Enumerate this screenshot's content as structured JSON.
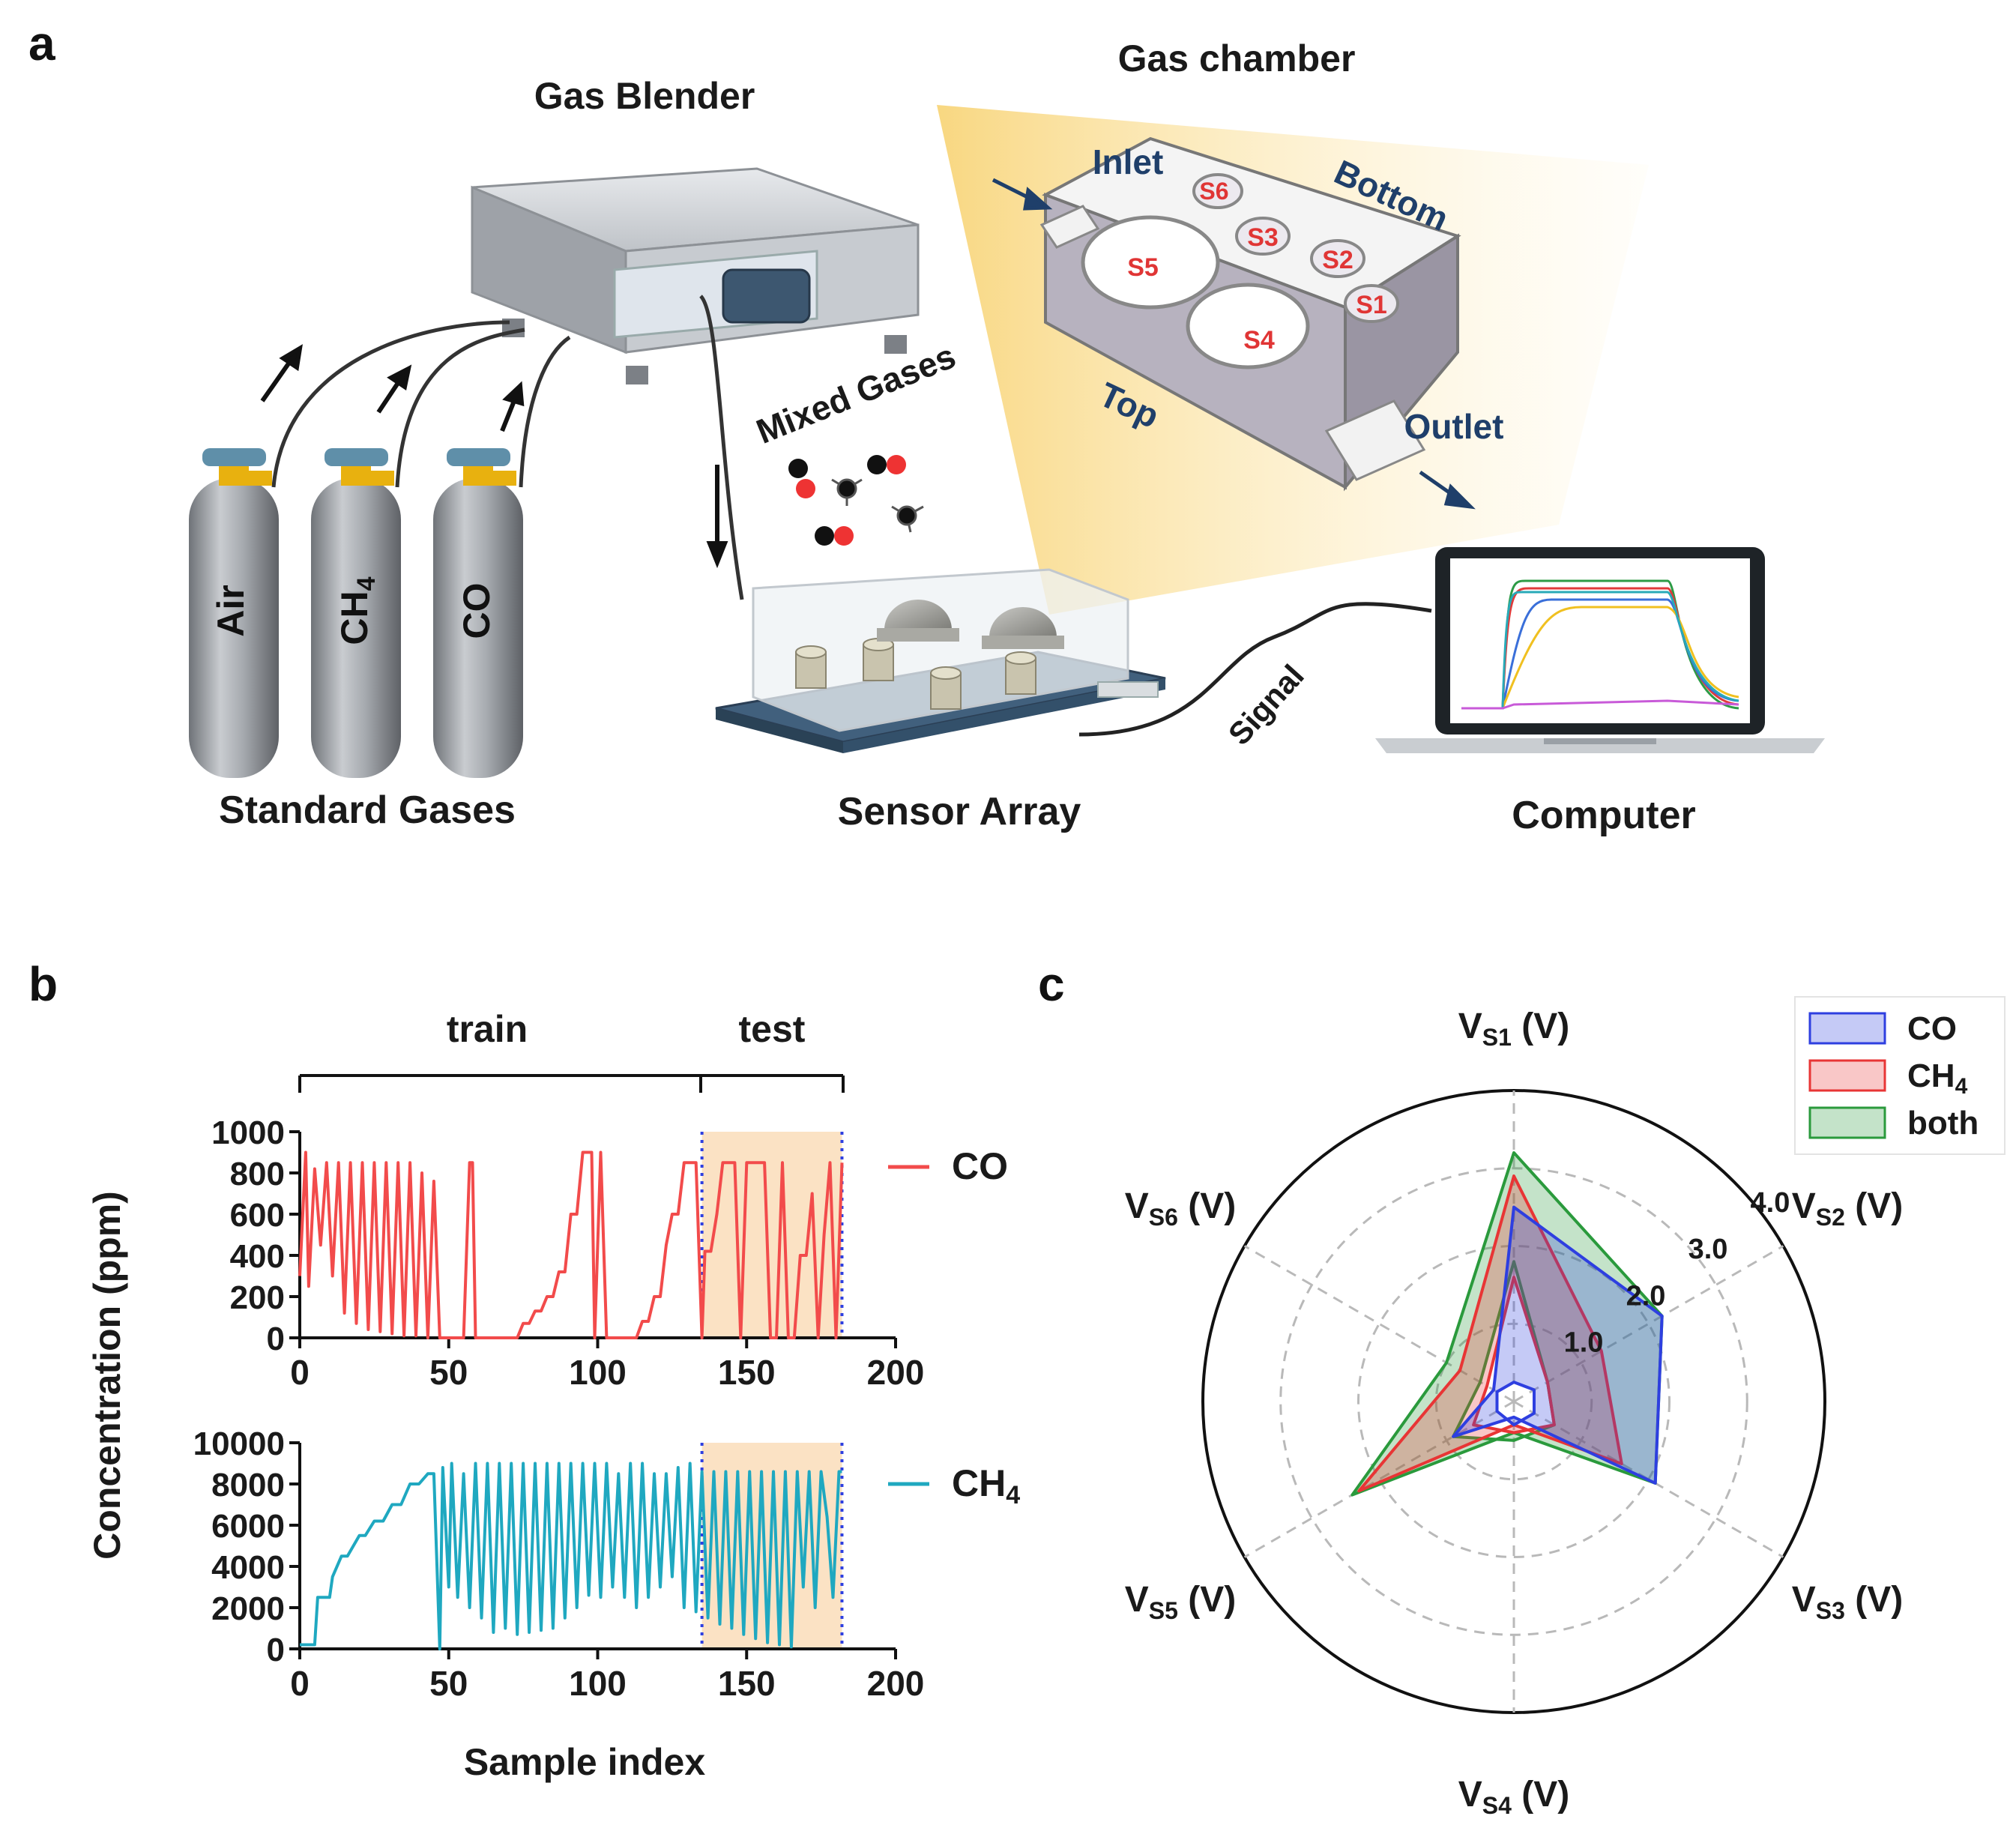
{
  "panel_a": {
    "letter": "a",
    "gas_blender": "Gas Blender",
    "gas_chamber": "Gas chamber",
    "mixed_gases": "Mixed Gases",
    "standard_gases": "Standard Gases",
    "sensor_array": "Sensor Array",
    "computer": "Computer",
    "signal": "Signal",
    "cylinders": [
      "Air",
      "CH",
      "CO"
    ],
    "cylinder_ch4_subscript": "4",
    "chamber": {
      "inlet": "Inlet",
      "outlet": "Outlet",
      "bottom": "Bottom",
      "top": "Top",
      "sensors": [
        "S1",
        "S2",
        "S3",
        "S4",
        "S5",
        "S6"
      ]
    },
    "screen_trace_colors": [
      "#2d9b46",
      "#e03a3a",
      "#3a6fd9",
      "#f0c020",
      "#28aab8",
      "#c85ad8"
    ]
  },
  "panel_b": {
    "letter": "b",
    "train": "train",
    "test": "test",
    "ylabel": "Concentration (ppm)",
    "xlabel": "Sample index",
    "legend_co": "CO",
    "legend_ch4": "CH",
    "legend_ch4_sub": "4"
  },
  "panel_c": {
    "letter": "c",
    "axes": [
      "V",
      "V",
      "V",
      "V",
      "V",
      "V"
    ],
    "axes_sub": [
      "S1",
      "S2",
      "S3",
      "S4",
      "S5",
      "S6"
    ],
    "axes_unit": "(V)",
    "ring_labels": [
      "1.0",
      "2.0",
      "3.0",
      "4.0"
    ],
    "legend": [
      "CO",
      "CH",
      "both"
    ],
    "legend_ch4_sub": "4"
  },
  "colors": {
    "co_line": "#f24b4b",
    "ch4_line": "#1fa8c0",
    "test_fill": "#fbe2c4",
    "dotted": "#2e3fe0",
    "radar_co": "#2e3fe0",
    "radar_ch4": "#e83535",
    "radar_both": "#2a9a3c"
  },
  "chart_data": [
    {
      "type": "line",
      "series": [
        {
          "name": "CO",
          "x": [
            0,
            2,
            3,
            5,
            7,
            9,
            11,
            13,
            15,
            17,
            19,
            21,
            23,
            25,
            27,
            29,
            31,
            33,
            35,
            37,
            39,
            41,
            43,
            45,
            47,
            49,
            51,
            55,
            57,
            58,
            59,
            61,
            63,
            65,
            67,
            69,
            71,
            73,
            75,
            77,
            79,
            81,
            83,
            85,
            87,
            89,
            91,
            93,
            95,
            97,
            98,
            99,
            101,
            103,
            105,
            107,
            109,
            111,
            113,
            115,
            117,
            119,
            121,
            123,
            125,
            127,
            129,
            131,
            133,
            135,
            136,
            138,
            140,
            142,
            144,
            146,
            148,
            150,
            152,
            154,
            156,
            158,
            160,
            162,
            164,
            166,
            168,
            170,
            172,
            174,
            176,
            178,
            180,
            182
          ],
          "y": [
            300,
            900,
            250,
            820,
            450,
            850,
            300,
            850,
            120,
            850,
            70,
            850,
            40,
            850,
            30,
            850,
            20,
            850,
            10,
            850,
            10,
            800,
            0,
            760,
            0,
            0,
            0,
            0,
            850,
            850,
            0,
            0,
            0,
            0,
            0,
            0,
            0,
            0,
            70,
            70,
            130,
            130,
            200,
            200,
            320,
            320,
            600,
            600,
            900,
            900,
            900,
            0,
            900,
            0,
            0,
            0,
            0,
            0,
            0,
            80,
            80,
            200,
            200,
            450,
            600,
            600,
            850,
            850,
            850,
            0,
            420,
            420,
            600,
            850,
            850,
            850,
            0,
            850,
            850,
            850,
            850,
            0,
            0,
            850,
            0,
            0,
            400,
            400,
            700,
            0,
            500,
            850,
            0,
            850
          ]
        }
      ],
      "xlim": [
        0,
        200
      ],
      "ylim": [
        0,
        1000
      ],
      "yticks": [
        0,
        200,
        400,
        600,
        800,
        1000
      ],
      "xticks": [
        0,
        50,
        100,
        150,
        200
      ]
    },
    {
      "type": "line",
      "series": [
        {
          "name": "CH",
          "x": [
            0,
            5,
            6,
            10,
            11,
            14,
            16,
            20,
            22,
            25,
            28,
            31,
            34,
            37,
            40,
            43,
            45,
            47,
            48,
            50,
            51,
            53,
            55,
            57,
            59,
            61,
            63,
            65,
            67,
            69,
            71,
            73,
            75,
            77,
            79,
            81,
            83,
            85,
            87,
            89,
            91,
            93,
            95,
            97,
            99,
            101,
            103,
            105,
            107,
            109,
            111,
            113,
            115,
            117,
            119,
            121,
            123,
            125,
            127,
            129,
            131,
            133,
            135,
            137,
            139,
            141,
            143,
            145,
            147,
            149,
            151,
            153,
            155,
            157,
            159,
            161,
            163,
            165,
            167,
            169,
            171,
            173,
            175,
            177,
            179,
            181,
            182
          ],
          "y": [
            200,
            200,
            2500,
            2500,
            3500,
            4500,
            4500,
            5500,
            5500,
            6200,
            6200,
            7000,
            7000,
            8000,
            8000,
            8500,
            8500,
            0,
            8800,
            3000,
            9000,
            2500,
            8500,
            2000,
            9000,
            1500,
            9000,
            800,
            9000,
            1000,
            9000,
            700,
            9000,
            800,
            9000,
            900,
            9000,
            1000,
            9000,
            1500,
            9000,
            2000,
            9000,
            2600,
            9000,
            2500,
            9000,
            3000,
            8500,
            2500,
            9000,
            2000,
            9000,
            2500,
            8500,
            3000,
            8500,
            3500,
            8800,
            2000,
            9000,
            1800,
            8600,
            1500,
            8600,
            1200,
            8600,
            1000,
            8600,
            700,
            8600,
            500,
            8600,
            300,
            8600,
            200,
            8600,
            100,
            8600,
            3000,
            8600,
            2000,
            8600,
            6400,
            2500,
            8600,
            8600
          ]
        }
      ],
      "xlim": [
        0,
        200
      ],
      "ylim": [
        0,
        10000
      ],
      "yticks": [
        0,
        2000,
        4000,
        6000,
        8000,
        10000
      ],
      "xticks": [
        0,
        50,
        100,
        150,
        200
      ],
      "train_range": [
        0,
        135
      ],
      "test_range": [
        135,
        182
      ]
    },
    {
      "type": "radar",
      "r_max": 4.0,
      "rings": [
        1.0,
        2.0,
        3.0,
        4.0
      ],
      "series": [
        {
          "name": "CO",
          "values": [
            2.5,
            2.2,
            2.1,
            0.2,
            0.9,
            0.3
          ],
          "inner": [
            0.25,
            0.3,
            0.3,
            0.3,
            0.25,
            0.25
          ]
        },
        {
          "name": "CH",
          "values": [
            2.9,
            1.3,
            1.6,
            0.3,
            2.3,
            0.8
          ],
          "inner": [
            1.6,
            0.5,
            0.6,
            0.4,
            0.6,
            0.4
          ]
        },
        {
          "name": "both",
          "values": [
            3.2,
            2.2,
            2.1,
            0.4,
            2.4,
            1.0
          ],
          "inner": [
            1.8,
            0.5,
            0.6,
            0.5,
            0.9,
            0.5
          ]
        }
      ]
    }
  ]
}
